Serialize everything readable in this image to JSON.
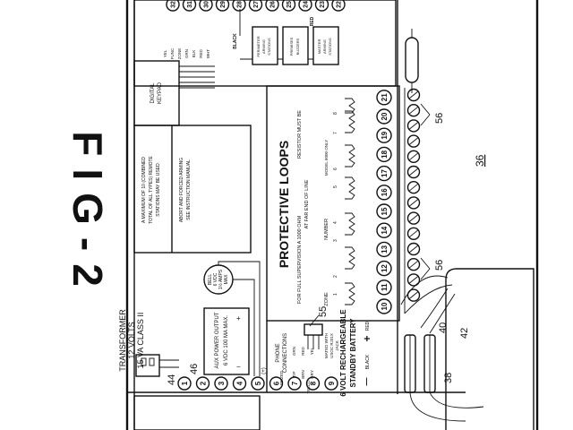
{
  "figure": {
    "title": "FIG-2"
  },
  "protective_loops": {
    "title": "PROTECTIVE LOOPS",
    "supervision_note": "FOR FULL SUPERVISION A 1000 OHM",
    "supervision_note_2": "AT FAR END OF LINE",
    "resistor_note": "RESISTOR MUST BE",
    "zone_label": "ZONE",
    "number_label": "NUMBER",
    "model_note": "MODEL 6000 ONLY",
    "zone_numbers": [
      "1",
      "2",
      "3",
      "4",
      "5",
      "6",
      "7",
      "8"
    ]
  },
  "transformer": {
    "line1": "TRANSFORMER",
    "line2": "12 VOLTS",
    "line3": "15 VA CLASS II"
  },
  "aux_power": {
    "line1": "AUX POWER OUTPUT",
    "line2": "6 VDC 100 MA MAX."
  },
  "bell": {
    "line1": "BELL",
    "line2": "6 VDC",
    "line3": "1½ AMPS",
    "line4": "MAX"
  },
  "phone": {
    "line1": "PHONE",
    "line2": "CONNECTIONS",
    "wires": [
      "TIP",
      "BRN",
      "GRY",
      "GRN",
      "RED",
      "YEL"
    ],
    "labels": [
      "SEIZED",
      "TELCO"
    ],
    "jack_note": [
      "MATED WITH",
      "USOC RJ31X",
      "JACK"
    ]
  },
  "battery": {
    "line1": "6 VOLT RECHARGEABLE",
    "line2": "STANDBY   BATTERY",
    "black_label": "BLACK",
    "red_label": "RED",
    "minus": "—",
    "plus": "+"
  },
  "remote_stations": {
    "note1": [
      "A MAXIMUM OF 10 (COMBINED",
      "TOTAL OF ALL TYPES) REMOTE",
      "STATIONS MAY BE USED"
    ],
    "note2": [
      "ABORT AND FORCED ARMING",
      "SEE INSTRUCTION MANUAL"
    ]
  },
  "keypad": {
    "line1": "DIGITAL",
    "line2": "KEYPAD"
  },
  "stations": [
    {
      "line1": "PERIMETER",
      "line2": "ARMING",
      "line3": "STATIONS"
    },
    {
      "line1": "PREMISES",
      "line2": "BUZZERS"
    },
    {
      "line1": "MASTER",
      "line2": "ARMING",
      "line3": "STATIONS"
    }
  ],
  "station_wire_labels": [
    "BLACK",
    "RED"
  ],
  "keypad_wires": [
    "YEL",
    "FUNC",
    "ZONE",
    "GRN",
    "BLK",
    "RED",
    "WHT"
  ],
  "left_terminals": [
    "1",
    "2",
    "3",
    "4",
    "5",
    "6",
    "7",
    "8",
    "9"
  ],
  "plus_mark": "(+)",
  "zone_terminals": [
    "10",
    "11",
    "12",
    "13",
    "14",
    "15",
    "16",
    "17",
    "18",
    "19",
    "20",
    "21"
  ],
  "top_terminals": [
    "22",
    "23",
    "24",
    "25",
    "26",
    "27",
    "28",
    "29",
    "30",
    "31",
    "32"
  ],
  "callouts": {
    "c36": "36",
    "c38": "38",
    "c40": "40",
    "c42": "42",
    "c44": "44",
    "c46": "46",
    "c55": "55",
    "c56a": "56",
    "c56b": "56"
  }
}
